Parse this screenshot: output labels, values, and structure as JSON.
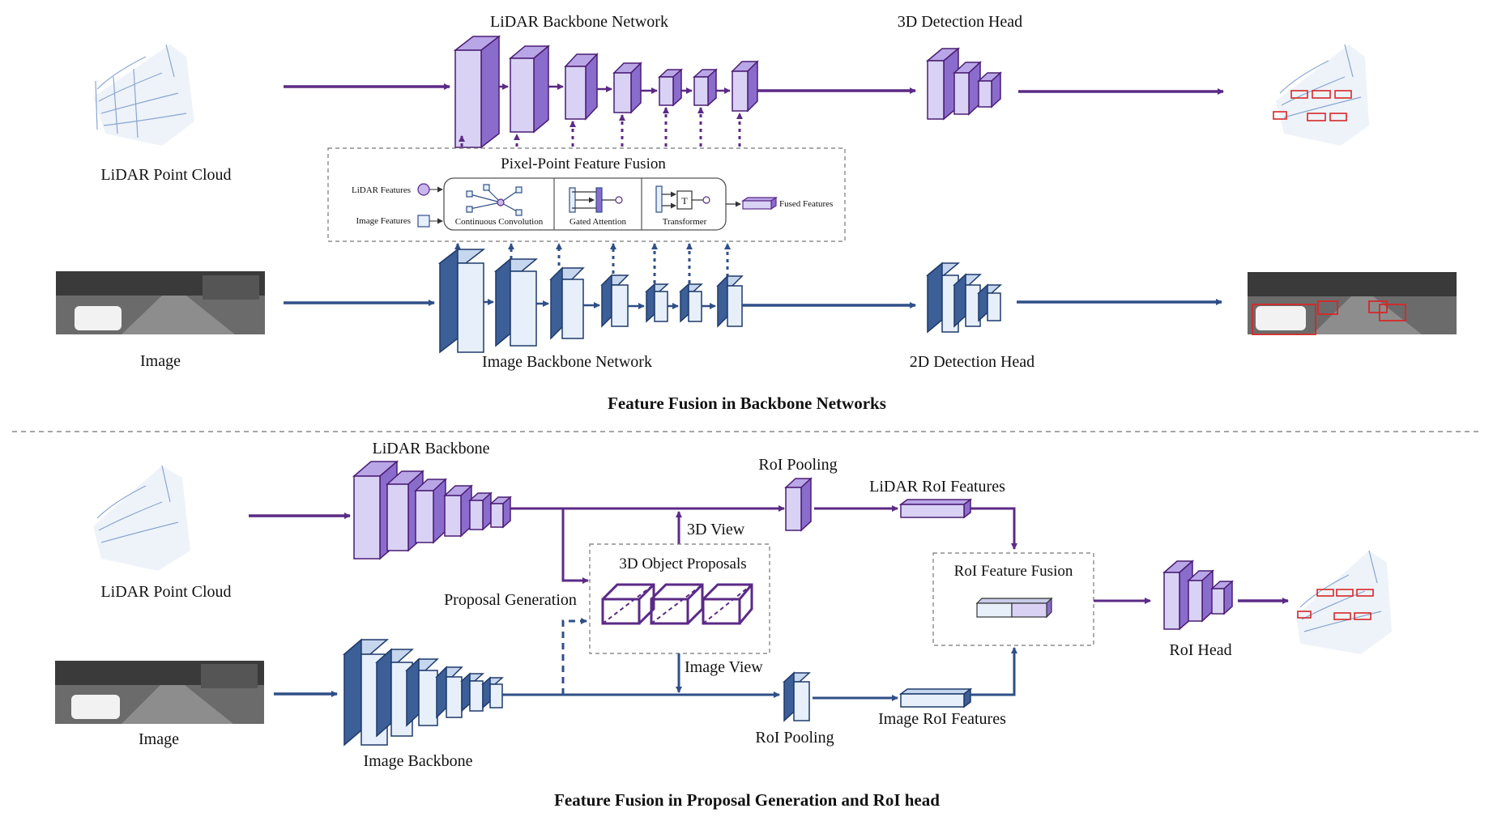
{
  "top": {
    "lidar_backbone_title": "LiDAR Backbone Network",
    "det3d_title": "3D Detection Head",
    "lidar_input_label": "LiDAR Point Cloud",
    "fusion_box_title": "Pixel-Point Feature Fusion",
    "lidar_features_label": "LiDAR Features",
    "image_features_label": "Image Features",
    "continuous_conv_label": "Continuous Convolution",
    "gated_attention_label": "Gated Attention",
    "transformer_label": "Transformer",
    "transformer_symbol": "T",
    "fused_features_label": "Fused Features",
    "image_input_label": "Image",
    "image_backbone_title": "Image Backbone Network",
    "det2d_title": "2D Detection Head",
    "section_caption": "Feature Fusion in Backbone Networks"
  },
  "bottom": {
    "lidar_backbone_title": "LiDAR Backbone",
    "lidar_input_label": "LiDAR Point Cloud",
    "roi_pool_top_label": "RoI Pooling",
    "lidar_roi_features_label": "LiDAR RoI Features",
    "view_3d_label": "3D View",
    "proposals_title": "3D Object Proposals",
    "proposal_generation_label": "Proposal Generation",
    "roi_fusion_title": "RoI Feature Fusion",
    "roi_head_label": "RoI Head",
    "image_view_label": "Image View",
    "image_input_label": "Image",
    "image_backbone_title": "Image Backbone",
    "roi_pool_bottom_label": "RoI Pooling",
    "image_roi_features_label": "Image RoI Features",
    "section_caption": "Feature Fusion in Proposal Generation and RoI head"
  },
  "colors": {
    "purple": "#5b2a86",
    "purple_light": "#d9d2f5",
    "blue": "#2f4f87",
    "blue_light": "#e6effa"
  }
}
